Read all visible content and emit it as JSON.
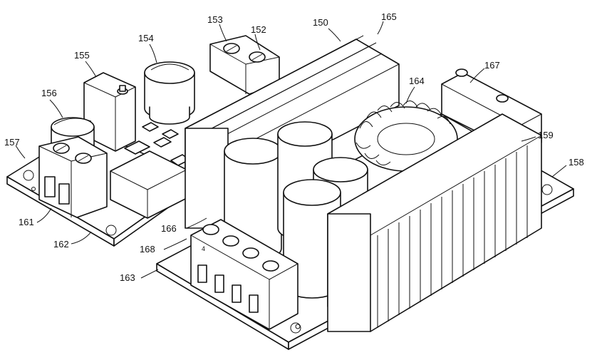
{
  "labels": {
    "l150": "150",
    "l152": "152",
    "l153": "153",
    "l154": "154",
    "l155": "155",
    "l156": "156",
    "l157": "157",
    "l158": "158",
    "l159": "159",
    "l161": "161",
    "l162": "162",
    "l163": "163",
    "l164": "164",
    "l165": "165",
    "l166": "166",
    "l167": "167",
    "l168": "168"
  },
  "terminal_marking": "4"
}
